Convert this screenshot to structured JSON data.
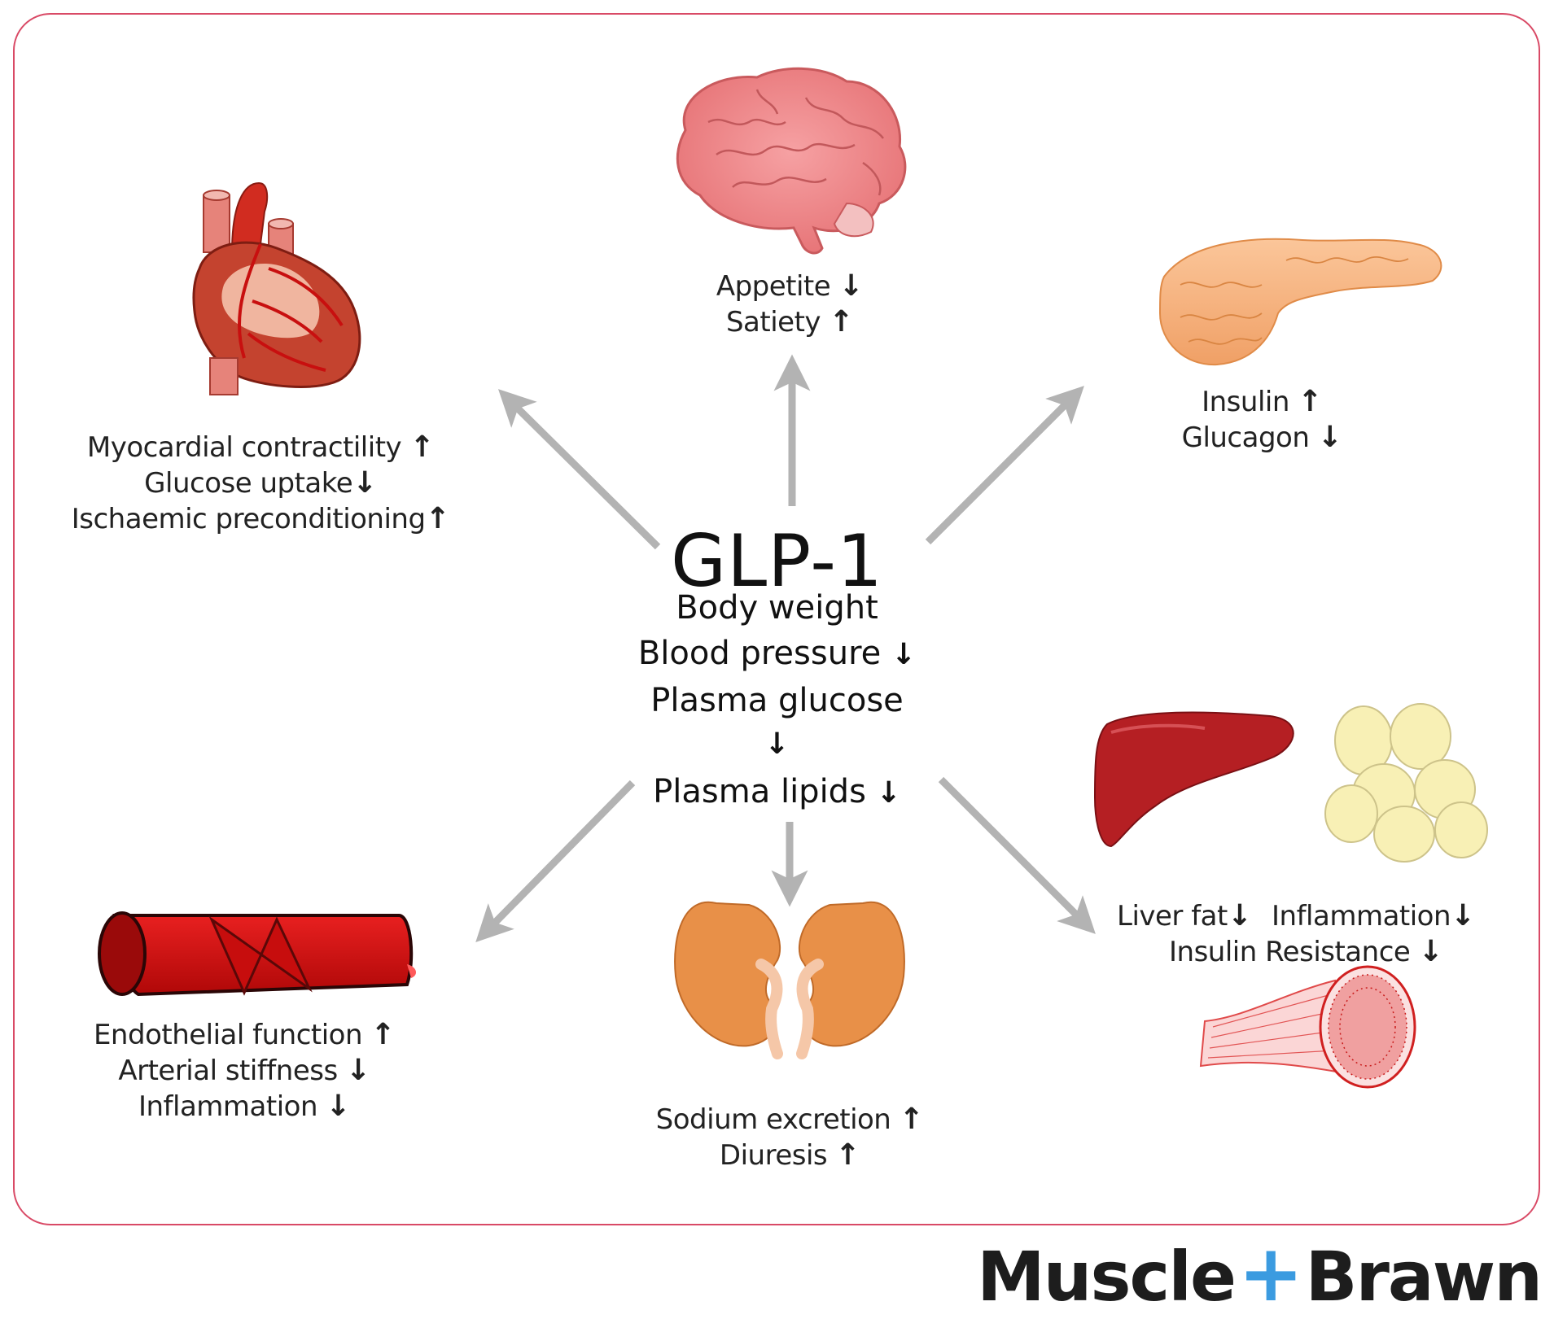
{
  "center": {
    "title": "GLP-1",
    "items": [
      {
        "text": "Body weight",
        "arrow": ""
      },
      {
        "text": "Blood pressure",
        "arrow": "↓"
      },
      {
        "text": "Plasma glucose",
        "arrow": ""
      },
      {
        "text": "",
        "arrow": "↓"
      },
      {
        "text": "Plasma lipids",
        "arrow": "↓"
      }
    ]
  },
  "brain": {
    "lines": [
      {
        "text": "Appetite",
        "arrow": "↓"
      },
      {
        "text": "Satiety",
        "arrow": "↑"
      }
    ]
  },
  "heart": {
    "lines": [
      {
        "text": "Myocardial contractility",
        "arrow": "↑"
      },
      {
        "text": "Glucose uptake",
        "arrow": "↓"
      },
      {
        "text": "Ischaemic preconditioning",
        "arrow": "↑"
      }
    ]
  },
  "pancreas": {
    "lines": [
      {
        "text": "Insulin",
        "arrow": "↑"
      },
      {
        "text": "Glucagon",
        "arrow": "↓"
      }
    ]
  },
  "vessel": {
    "lines": [
      {
        "text": "Endothelial function",
        "arrow": "↑"
      },
      {
        "text": "Arterial stiffness",
        "arrow": "↓"
      },
      {
        "text": "Inflammation",
        "arrow": "↓"
      }
    ]
  },
  "kidney": {
    "lines": [
      {
        "text": "Sodium excretion",
        "arrow": "↑"
      },
      {
        "text": "Diuresis",
        "arrow": "↑"
      }
    ]
  },
  "liver_fat_muscle": {
    "liver_fat": {
      "text": "Liver fat",
      "arrow": "↓"
    },
    "inflammation": {
      "text": "Inflammation",
      "arrow": "↓"
    },
    "insulin_resistance": {
      "text": "Insulin Resistance",
      "arrow": "↓"
    }
  },
  "brand": {
    "left": "Muscle",
    "plus": "+",
    "right": "Brawn"
  },
  "colors": {
    "border": "#d94a66",
    "arrow_gray": "#b3b3b3",
    "brand_plus": "#3b9be0"
  }
}
